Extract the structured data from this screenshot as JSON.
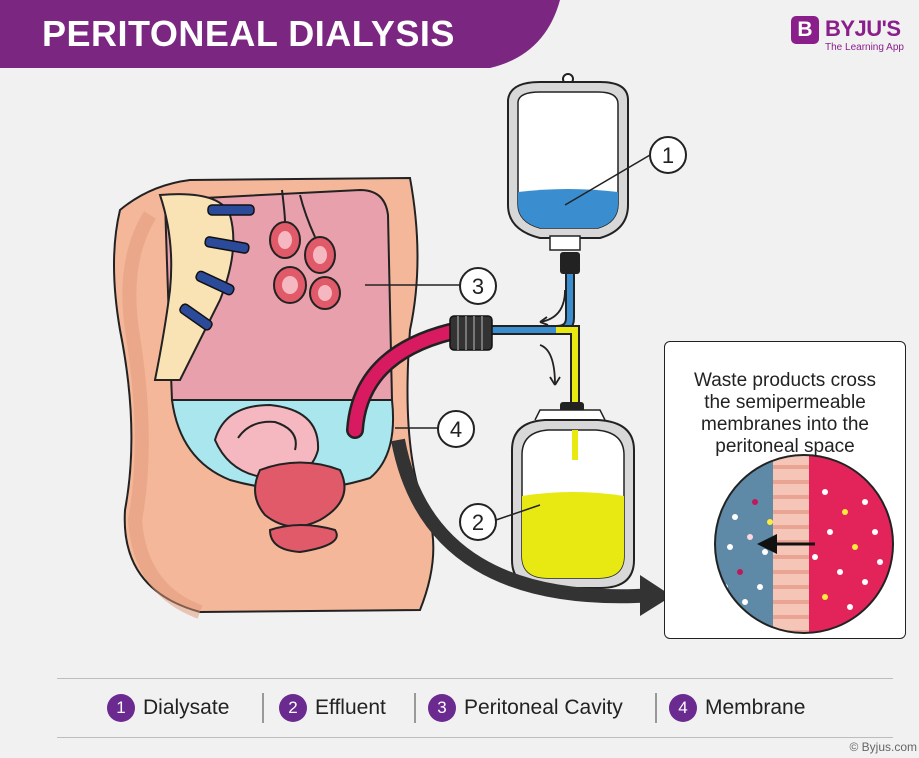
{
  "title": "PERITONEAL DIALYSIS",
  "brand": {
    "name": "BYJU'S",
    "tagline": "The Learning App",
    "logo_letter": "B"
  },
  "callout": {
    "line1": "Waste products cross",
    "line2": "the semipermeable",
    "line3": "membranes into the",
    "line4": "peritoneal space"
  },
  "markers": [
    "1",
    "2",
    "3",
    "4"
  ],
  "legend": [
    {
      "num": "1",
      "label": "Dialysate"
    },
    {
      "num": "2",
      "label": "Effluent"
    },
    {
      "num": "3",
      "label": "Peritoneal Cavity"
    },
    {
      "num": "4",
      "label": "Membrane"
    }
  ],
  "copyright": "© Byjus.com",
  "colors": {
    "banner": "#7b2782",
    "legend_badge": "#6a2a8f",
    "dialysate": "#3a8ed0",
    "effluent": "#e8e812",
    "peritoneal_cavity": "#e8a0ad",
    "fluid": "#a9e6ee",
    "catheter": "#d81b60"
  }
}
